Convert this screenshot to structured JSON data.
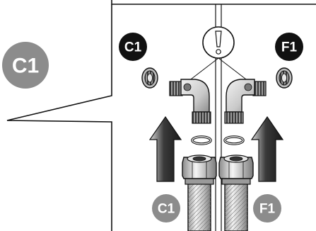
{
  "callout": {
    "label": "C1",
    "color": "#8c8c8c"
  },
  "warning": {
    "symbol": "!",
    "icon": "warning-exclamation-icon"
  },
  "connections": {
    "left": {
      "top_label": "C1",
      "bottom_label": "C1",
      "top_badge_color": "#111111",
      "bottom_badge_color": "#8c8c8c"
    },
    "right": {
      "top_label": "F1",
      "bottom_label": "F1",
      "top_badge_color": "#111111",
      "bottom_badge_color": "#8c8c8c"
    }
  },
  "colors": {
    "line": "#111111",
    "arrow_dark": "#2b2b2b",
    "arrow_light": "#d9d9d9",
    "metal_dark": "#555555",
    "metal_light": "#e8e8e8",
    "background": "#ffffff"
  }
}
